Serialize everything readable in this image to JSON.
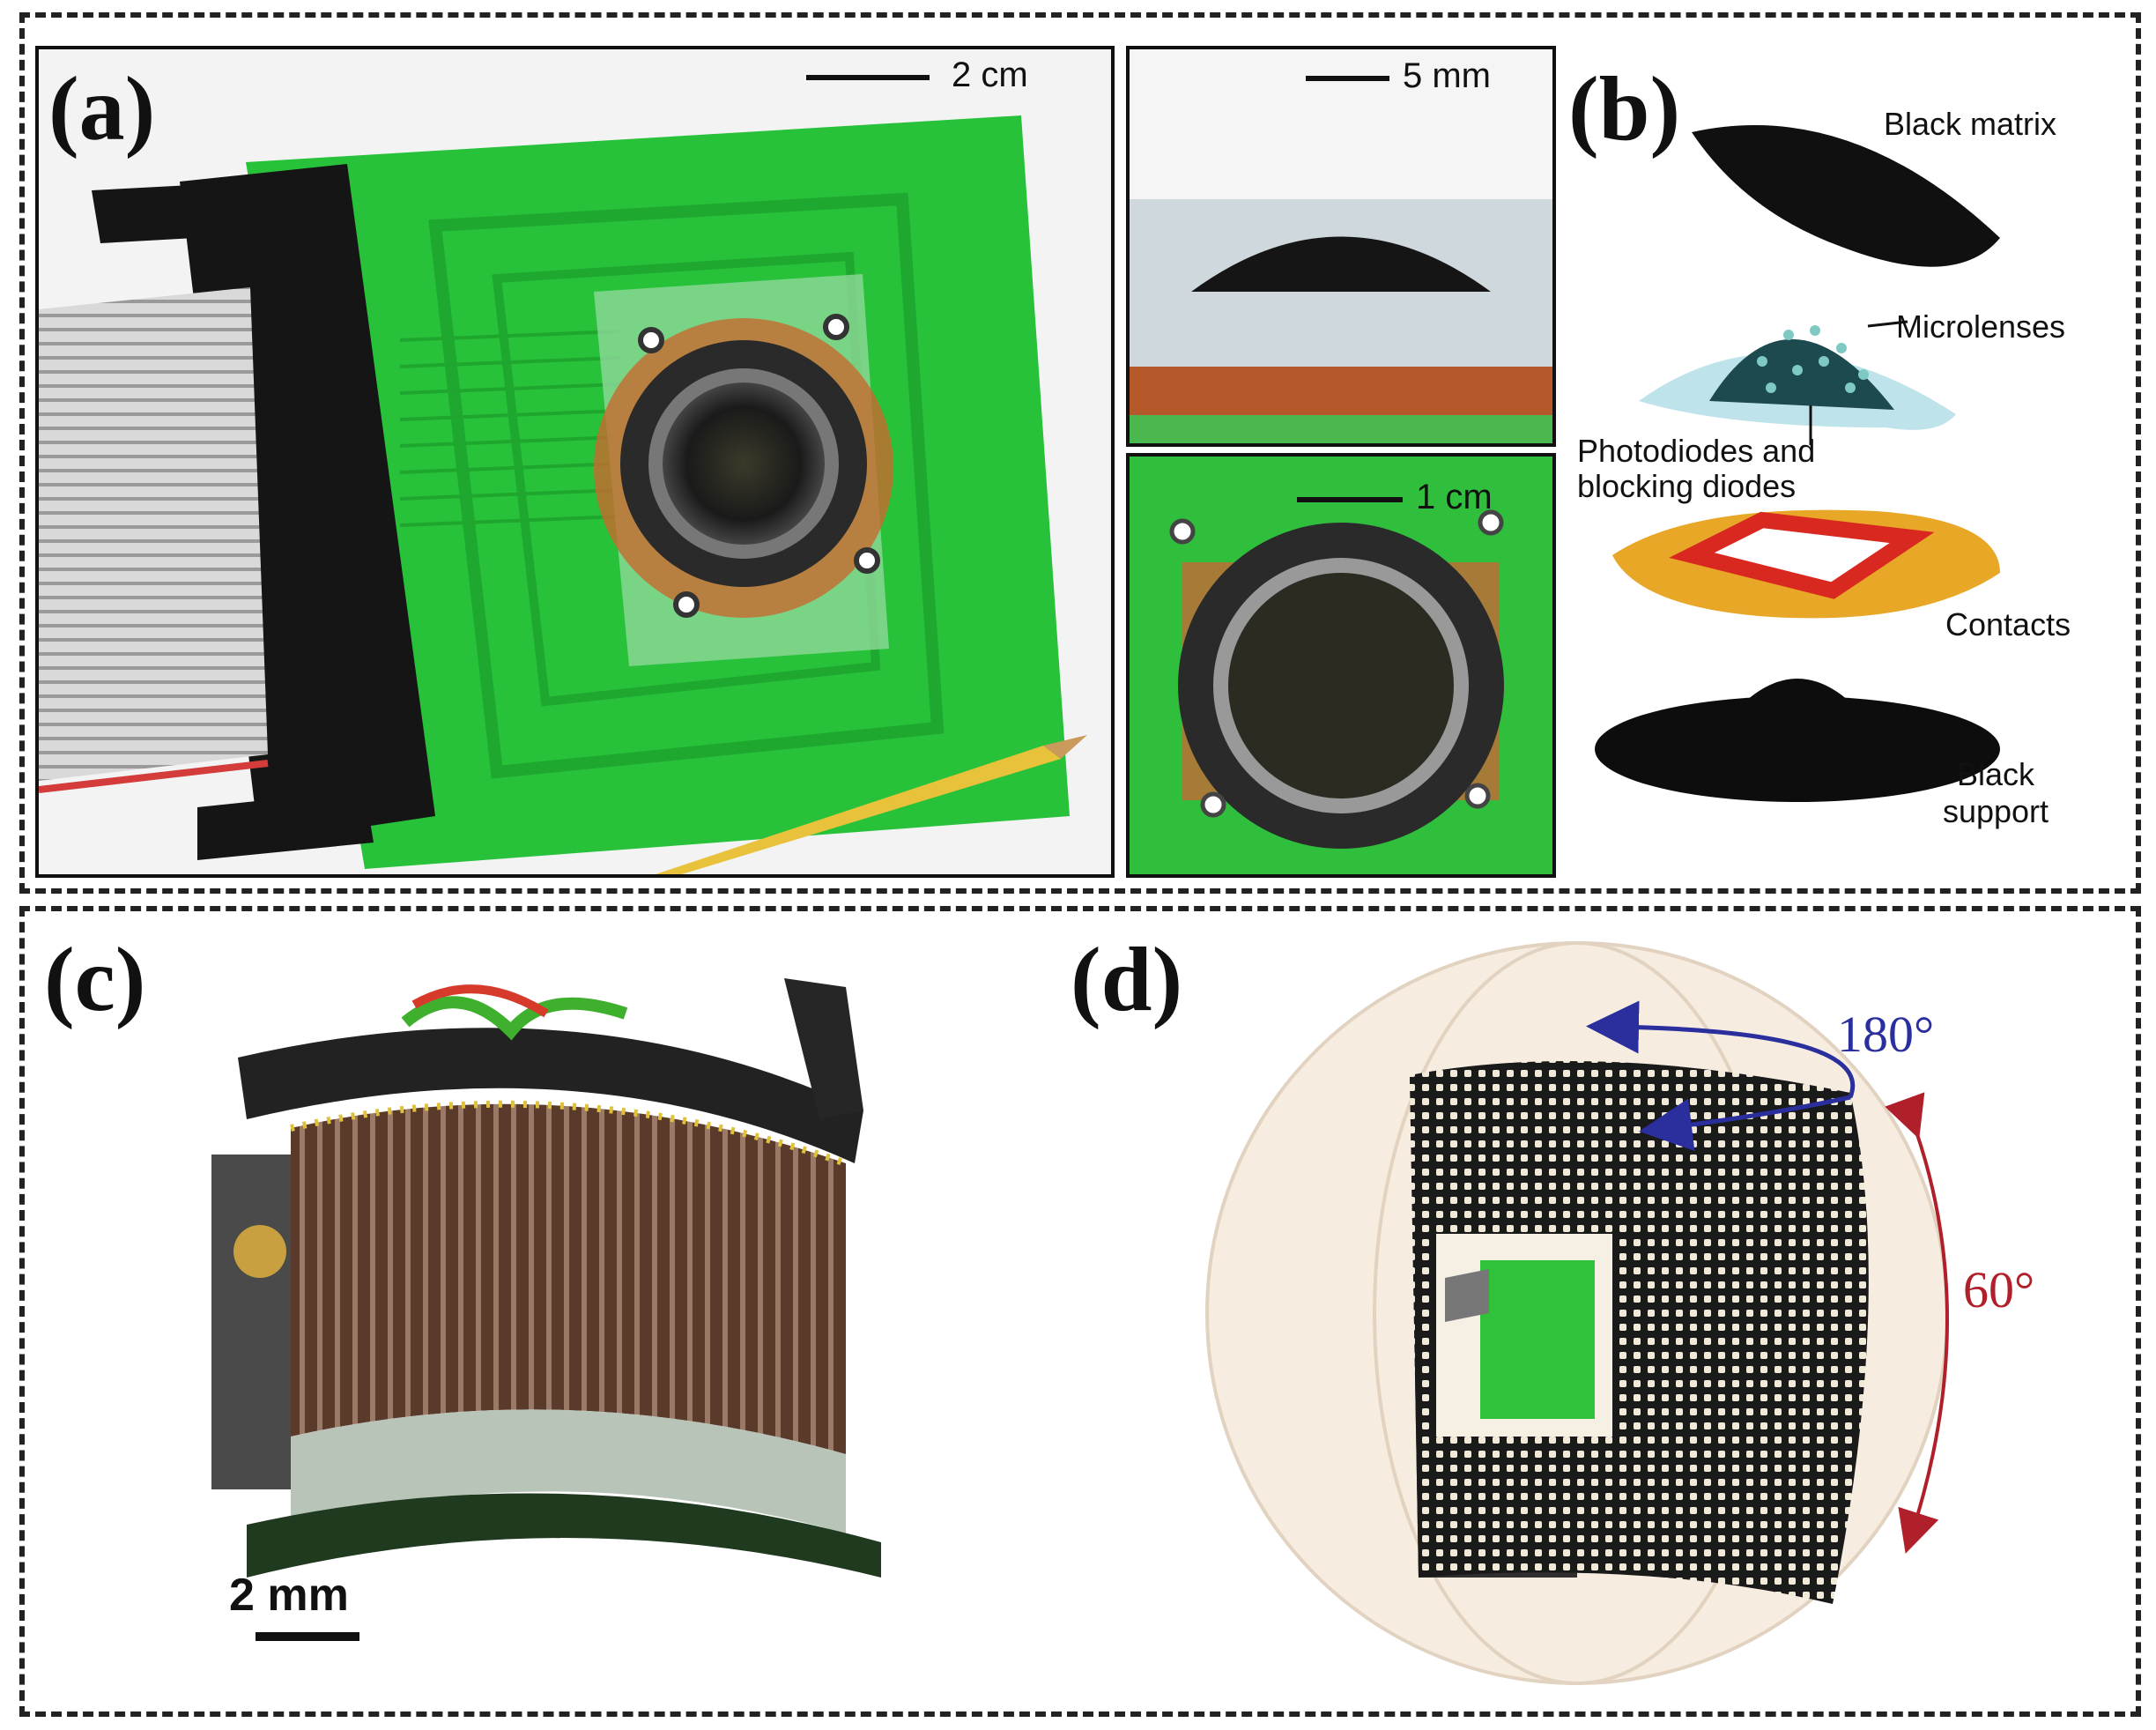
{
  "panels": {
    "a": {
      "label": "(a)",
      "scale_main": "2 cm",
      "scale_side": "5 mm",
      "scale_bottom": "1 cm"
    },
    "b": {
      "label": "(b)",
      "layers": [
        "Black matrix",
        "Microlenses",
        "Photodiodes and blocking diodes",
        "Contacts",
        "Black support"
      ]
    },
    "c": {
      "label": "(c)",
      "scale": "2 mm"
    },
    "d": {
      "label": "(d)",
      "angle_horizontal": "180°",
      "angle_vertical": "60°"
    }
  },
  "colors": {
    "pcb_green": "#27c23a",
    "frame": "#222222",
    "arrow_blue": "#2b2f9e",
    "arrow_red": "#b0202a"
  }
}
